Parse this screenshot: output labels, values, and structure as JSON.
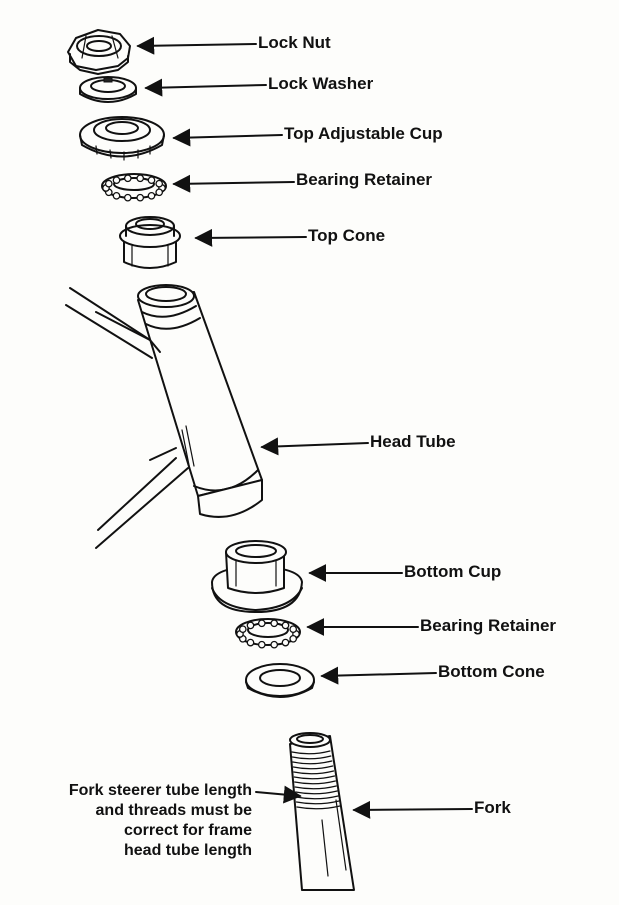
{
  "labels": {
    "lock_nut": "Lock Nut",
    "lock_washer": "Lock Washer",
    "top_adjustable_cup": "Top Adjustable Cup",
    "bearing_retainer_top": "Bearing Retainer",
    "top_cone": "Top Cone",
    "head_tube": "Head Tube",
    "bottom_cup": "Bottom Cup",
    "bearing_retainer_bottom": "Bearing Retainer",
    "bottom_cone": "Bottom Cone",
    "fork": "Fork"
  },
  "note": {
    "lines": [
      "Fork steerer tube length",
      "and threads must be",
      "correct for frame",
      "head tube length"
    ]
  },
  "colors": {
    "ink": "#111111",
    "background": "#fdfdfb"
  }
}
